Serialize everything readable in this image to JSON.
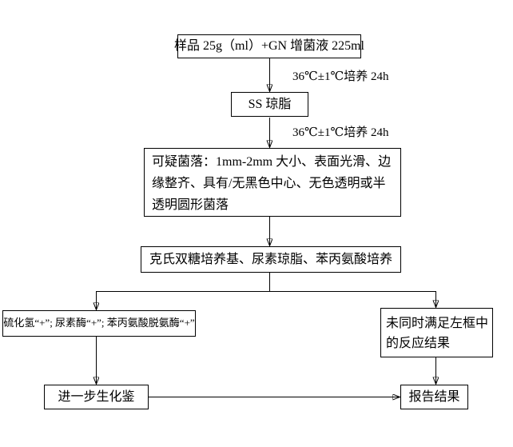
{
  "page": {
    "background": "#ffffff",
    "ink": "#000000"
  },
  "flowchart": {
    "nodes": {
      "sample": "样品 25g（ml）+GN 增菌液 225ml",
      "ss_agar": "SS 琼脂",
      "suspect_colony": "可疑菌落：1mm-2mm 大小、表面光滑、边缘整齐、具有/无黑色中心、无色透明或半透明圆形菌落",
      "biochem_media": "克氏双糖培养基、尿素琼脂、苯丙氨酸培养",
      "positive_result": "硫化氢“+”; 尿素酶“+”; 苯丙氨酸脱氨酶“+”",
      "negative_result": "未同时满足左框中的反应结果",
      "further_identification": "进一步生化鉴",
      "report_result": "报告结果"
    },
    "edge_labels": {
      "incubation_1": "36℃±1℃培养 24h",
      "incubation_2": "36℃±1℃培养 24h"
    }
  }
}
